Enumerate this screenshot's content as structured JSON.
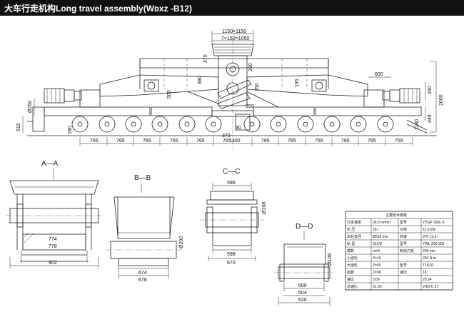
{
  "title": "大车行走机构Long travel assembly(Wᴅxᴢ -B12)",
  "elevation": {
    "top_dims": [
      "1150×1150",
      "7×150=1050"
    ],
    "side_dims": [
      "470",
      "380",
      "505",
      "280",
      "250",
      "195",
      "600",
      "160",
      "2600",
      "449",
      "1180",
      "515",
      "Ø250",
      "180",
      "350",
      "370",
      "30"
    ],
    "bottom_dims": [
      "765",
      "765",
      "765",
      "765",
      "765",
      "765",
      "1300",
      "765",
      "765",
      "765",
      "765",
      "765",
      "765"
    ]
  },
  "sections": {
    "aa": {
      "label": "A—A",
      "dims": [
        "774",
        "778",
        "902"
      ]
    },
    "bb": {
      "label": "B—B",
      "dims": [
        "674",
        "678",
        "Ø200"
      ]
    },
    "cc": {
      "label": "C—C",
      "dims": [
        "596",
        "598",
        "670",
        "Ø108"
      ]
    },
    "dd": {
      "label": "D—D",
      "dims": [
        "500",
        "504",
        "620",
        "Ø108"
      ]
    }
  },
  "spec_table": {
    "title": "主要技术参数",
    "rows": [
      [
        "行走速度",
        "36.5 m/min",
        "型号",
        "YZGP 160L-6"
      ],
      [
        "轮 压",
        "25 t",
        "功率",
        "11.0 kW"
      ],
      [
        "车轮直径",
        "Ø550 mm",
        "转速",
        "970 r.p.m"
      ],
      [
        "轨 型",
        "QU70",
        "型号",
        "YWL 200-300"
      ],
      [
        "模数",
        "m=9",
        "制动力矩",
        "200 mm"
      ],
      [
        "小齿轮",
        "Z=16",
        "",
        "250 N.m"
      ],
      [
        "大齿轮",
        "Z=69",
        "型号",
        "T18-01"
      ],
      [
        "齿数",
        "Z=36",
        "速比",
        "16"
      ],
      [
        "速比",
        "3.06",
        "",
        "20.24"
      ],
      [
        "总速比",
        "61.99",
        "",
        "JHQ-C-17"
      ]
    ]
  }
}
